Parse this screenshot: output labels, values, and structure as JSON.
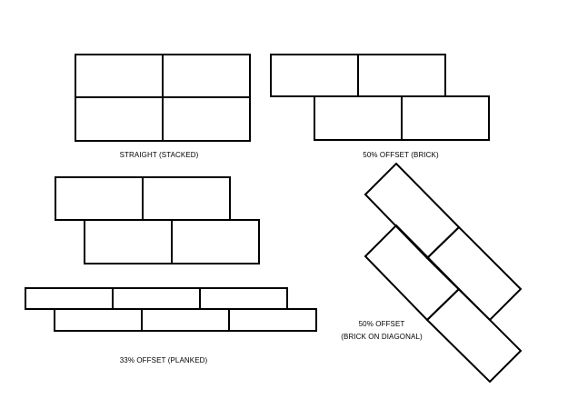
{
  "diagram": {
    "stroke_color": "#000000",
    "background_color": "#ffffff",
    "patterns": [
      {
        "id": "straight",
        "caption": "STRAIGHT (STACKED)"
      },
      {
        "id": "brick",
        "caption": "50% OFFSET (BRICK)"
      },
      {
        "id": "offset33",
        "caption": "33% OFFSET (PLANKED)"
      },
      {
        "id": "diagonal",
        "caption_line1": "50% OFFSET",
        "caption_line2": "(BRICK ON DIAGONAL)"
      }
    ]
  }
}
